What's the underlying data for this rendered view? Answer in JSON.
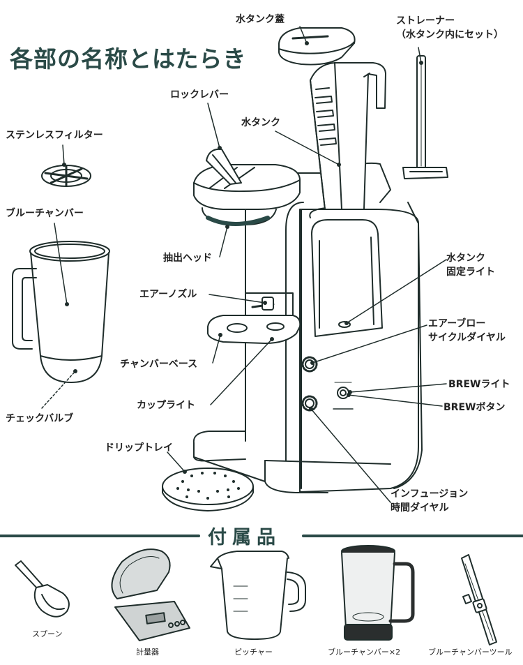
{
  "title": "各部の名称とはたらき",
  "labels": {
    "water_tank_lid": "水タンク蓋",
    "strainer_line1": "ストレーナー",
    "strainer_line2": "（水タンク内にセット）",
    "lock_lever": "ロックレバー",
    "water_tank": "水タンク",
    "stainless_filter": "ステンレスフィルター",
    "brew_chamber": "ブルーチャンバー",
    "extraction_head": "抽出ヘッド",
    "tank_light_line1": "水タンク",
    "tank_light_line2": "固定ライト",
    "air_nozzle": "エアーノズル",
    "air_blow_line1": "エアーブロー",
    "air_blow_line2": "サイクルダイヤル",
    "chamber_base": "チャンバーベース",
    "brew_light": "BREWライト",
    "cup_light": "カップライト",
    "brew_button": "BREWボタン",
    "check_valve": "チェックバルブ",
    "drip_tray": "ドリップトレイ",
    "infusion_line1": "インフュージョン",
    "infusion_line2": "時間ダイヤル"
  },
  "accessories": {
    "heading": "付属品",
    "items": [
      {
        "name": "spoon",
        "label": "スプーン"
      },
      {
        "name": "scale",
        "label": "計量器"
      },
      {
        "name": "pitcher",
        "label": "ピッチャー"
      },
      {
        "name": "chamber",
        "label": "ブルーチャンバー×2"
      },
      {
        "name": "tool",
        "label": "ブルーチャンバーツール"
      }
    ]
  },
  "colors": {
    "accent": "#2a4a47",
    "line": "#1f2d2b"
  }
}
